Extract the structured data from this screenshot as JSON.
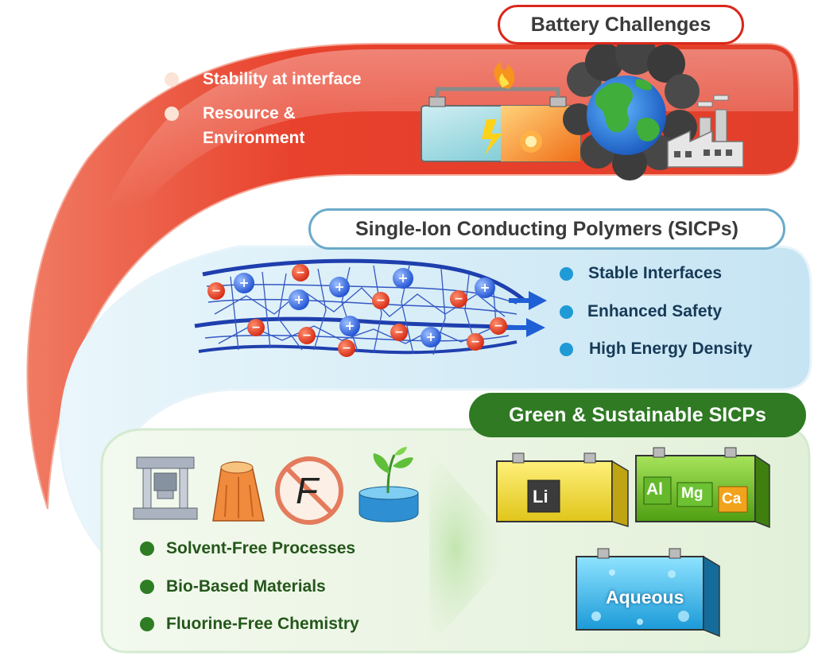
{
  "top": {
    "title": "Battery Challenges",
    "bullets": [
      "Stability at interface",
      "Resource &",
      "Environment"
    ],
    "colors": {
      "band": "#e8412c",
      "bullet": "#fbe3d6",
      "pill_border": "#d9281b"
    }
  },
  "middle": {
    "title": "Single-Ion Conducting Polymers (SICPs)",
    "bullets": [
      "Stable Interfaces",
      "Enhanced Safety",
      "High Energy Density"
    ],
    "colors": {
      "band": "#d5ecf6",
      "bullet": "#1f9ad6",
      "text": "#163a57",
      "pill_border": "#6aa9c8"
    }
  },
  "bottom": {
    "title": "Green & Sustainable SICPs",
    "bullets": [
      "Solvent-Free Processes",
      "Bio-Based Materials",
      "Fluorine-Free Chemistry"
    ],
    "colors": {
      "band": "#e9f4e2",
      "bullet": "#2e7d24",
      "text": "#24571a",
      "pill": "#2f7a23"
    },
    "batteries": {
      "li": "Li",
      "multivalent": [
        "Al",
        "Mg",
        "Ca"
      ],
      "aqueous": "Aqueous"
    },
    "icons": [
      "press-icon",
      "tree-stump-icon",
      "no-fluorine-icon",
      "plant-icon"
    ],
    "fluorine_symbol": "F"
  },
  "ions": {
    "plus": "+",
    "minus": "−"
  }
}
